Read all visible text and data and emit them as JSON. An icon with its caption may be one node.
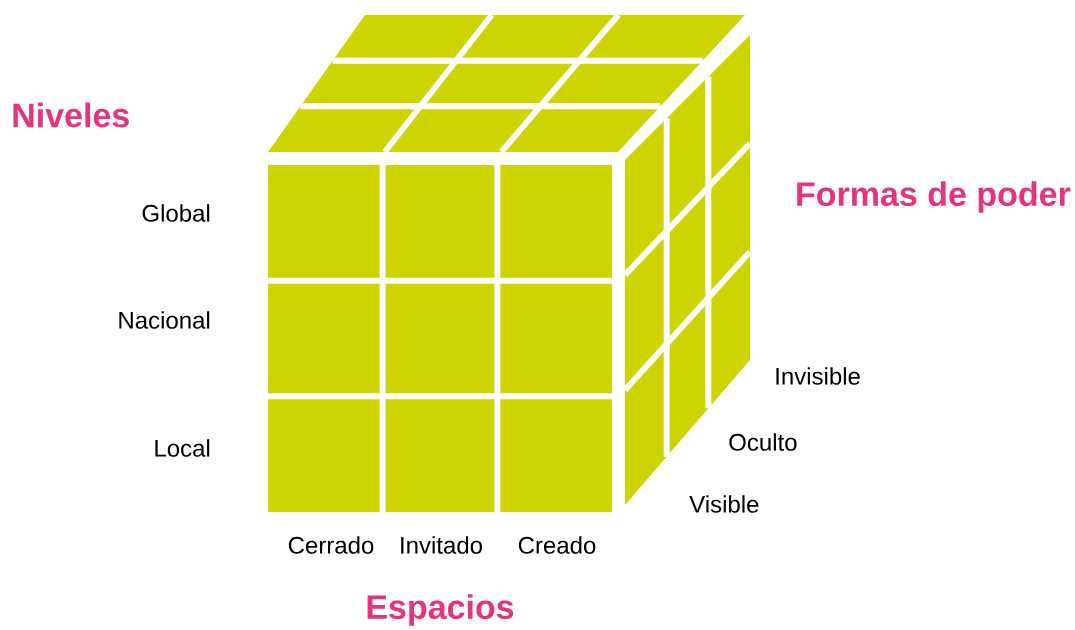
{
  "diagram": {
    "labels": [
      "Niveles",
      "Formas de poder",
      "Global",
      "Nacional",
      "Invisible",
      "Oculto",
      "Local",
      "Visible",
      "Cerrado",
      "Invitado",
      "Creado",
      "Espacios"
    ]
  }
}
